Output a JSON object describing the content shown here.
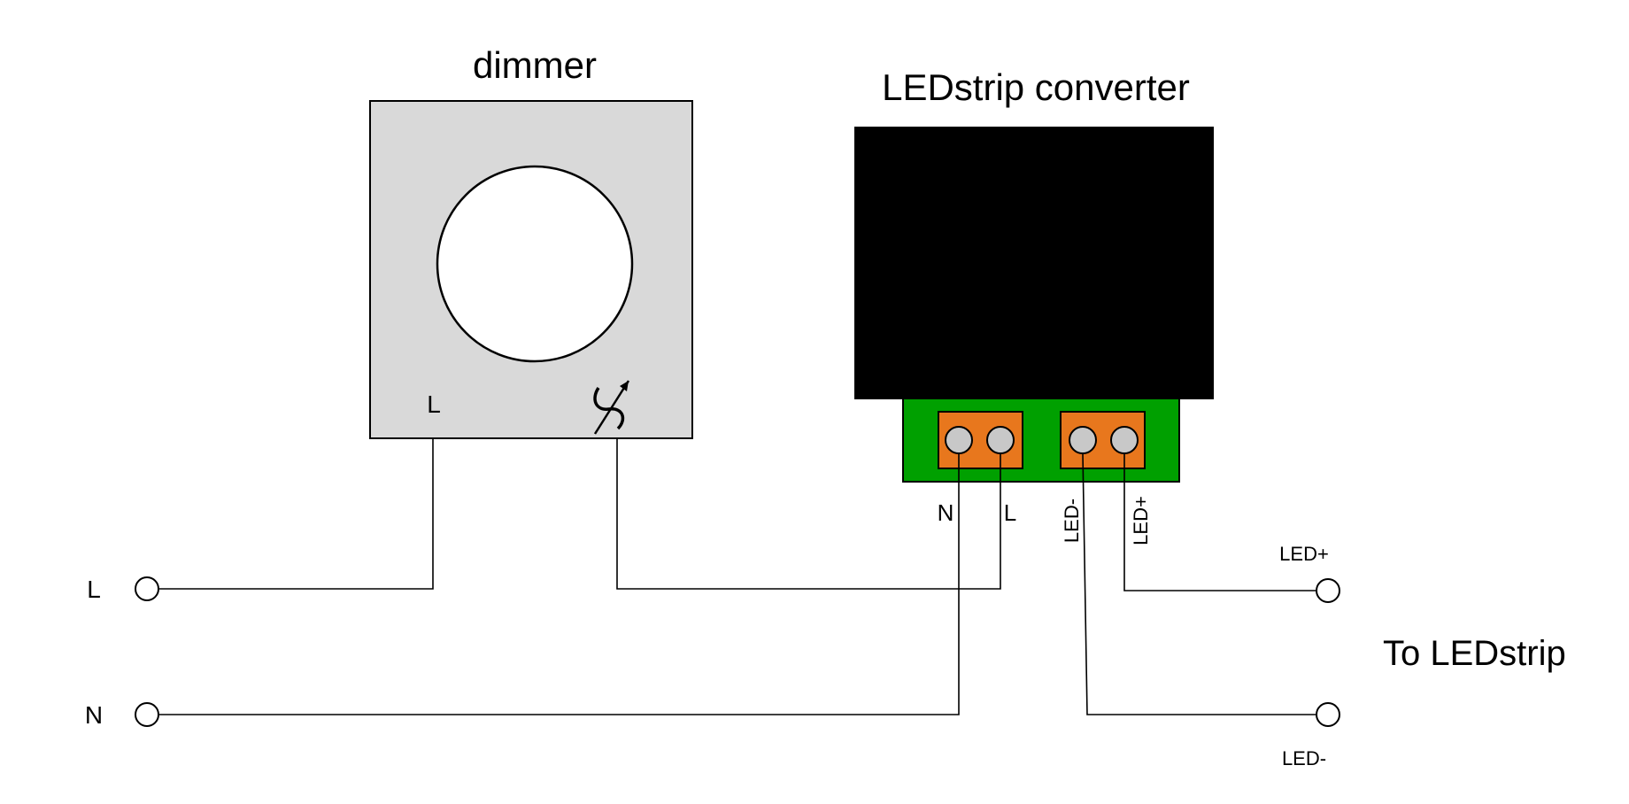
{
  "dimmer": {
    "title": "dimmer",
    "terminal_l_label": "L",
    "body_color": "#d9d9d9",
    "knob_color": "#ffffff",
    "dim_symbol_icon": "dimmer-symbol-icon"
  },
  "converter": {
    "title": "LEDstrip converter",
    "housing_color": "#000000",
    "board_color": "#00a000",
    "terminal_block_color": "#e8771d",
    "screw_color": "#c8c8c8",
    "terminal_labels": [
      "N",
      "L",
      "LED-",
      "LED+"
    ]
  },
  "mains": {
    "l_label": "L",
    "n_label": "N"
  },
  "outputs": {
    "led_plus_label": "LED+",
    "led_minus_label": "LED-",
    "to_label": "To LEDstrip"
  }
}
